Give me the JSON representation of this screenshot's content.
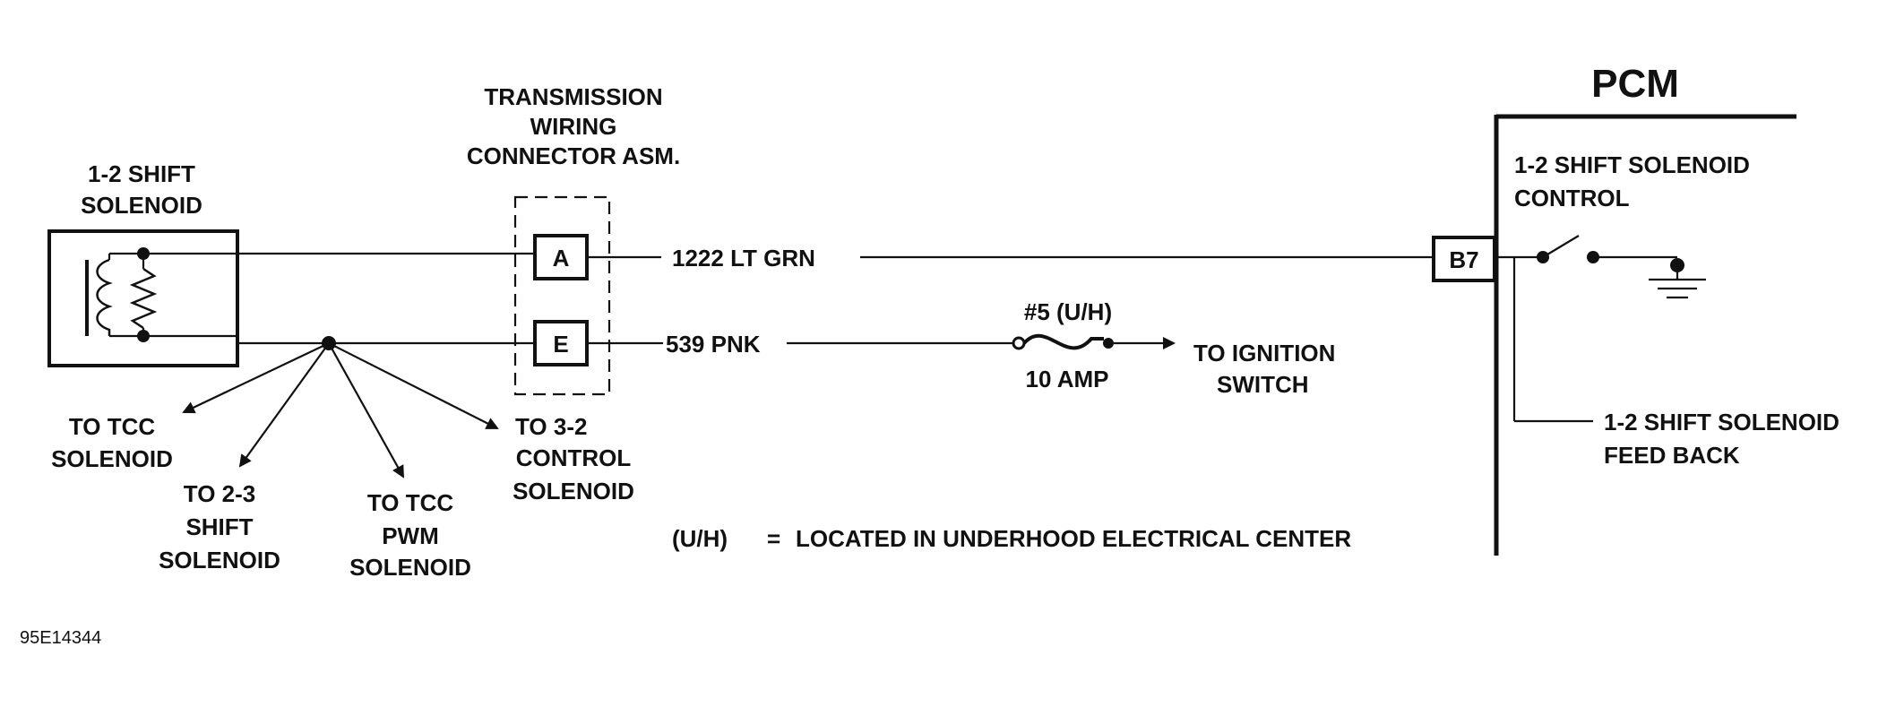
{
  "solenoid": {
    "title_line1": "1-2 SHIFT",
    "title_line2": "SOLENOID"
  },
  "connector": {
    "title_line1": "TRANSMISSION",
    "title_line2": "WIRING",
    "title_line3": "CONNECTOR ASM.",
    "pin_a": "A",
    "pin_e": "E"
  },
  "wires": {
    "control_wire": "1222 LT GRN",
    "feed_wire": "539 PNK"
  },
  "fuse": {
    "label": "#5 (U/H)",
    "rating": "10 AMP"
  },
  "ignition": {
    "line1": "TO IGNITION",
    "line2": "SWITCH"
  },
  "branches": {
    "tcc_line1": "TO TCC",
    "tcc_line2": "SOLENOID",
    "shift23_line1": "TO 2-3",
    "shift23_line2": "SHIFT",
    "shift23_line3": "SOLENOID",
    "pwm_line1": "TO TCC",
    "pwm_line2": "PWM",
    "pwm_line3": "SOLENOID",
    "ctrl32_line1": "TO 3-2",
    "ctrl32_line2": "CONTROL",
    "ctrl32_line3": "SOLENOID"
  },
  "pcm": {
    "title": "PCM",
    "pin": "B7",
    "control_line1": "1-2 SHIFT SOLENOID",
    "control_line2": "CONTROL",
    "feedback_line1": "1-2 SHIFT SOLENOID",
    "feedback_line2": "FEED BACK"
  },
  "legend": {
    "abbr": "(U/H)",
    "equals": "=",
    "text": "LOCATED IN UNDERHOOD ELECTRICAL CENTER"
  },
  "figure_id": "95E14344"
}
